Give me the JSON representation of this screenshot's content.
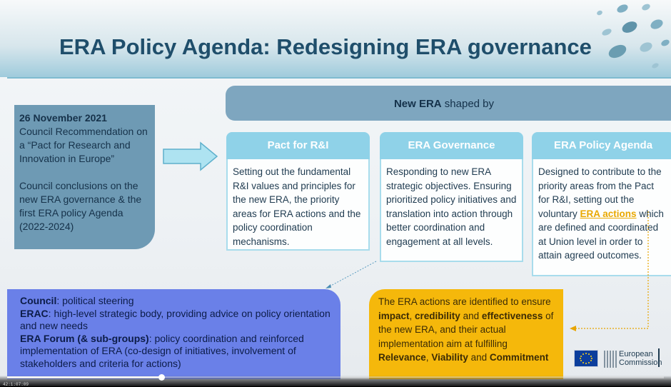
{
  "title": "ERA Policy Agenda: Redesigning ERA governance",
  "left_box": {
    "date": "26 November 2021",
    "recommendation": "Council Recommendation on a “Pact for Research and Innovation in Europe”",
    "conclusions": "Council conclusions on the new ERA governance & the first ERA policy Agenda (2022-2024)"
  },
  "shaped_by": {
    "bold": "New ERA",
    "rest": " shaped by"
  },
  "columns": [
    {
      "header": "Pact for R&I",
      "body": "Setting out the fundamental R&I values and principles for the new ERA, the priority areas for ERA actions and the policy coordination mechanisms."
    },
    {
      "header": "ERA Governance",
      "body": "Responding to new ERA strategic objectives. Ensuring prioritized policy initiatives and translation into action through better coordination and engagement at all levels."
    },
    {
      "header": "ERA Policy Agenda",
      "body_before": "Designed to contribute to the priority areas from the Pact for R&I, setting out the voluntary ",
      "body_link": "ERA actions",
      "body_after": " which are defined and coordinated at Union level in order to attain agreed outcomes."
    }
  ],
  "governance_box": {
    "council_bold": "Council",
    "council_rest": ": political steering",
    "erac_bold": "ERAC",
    "erac_rest": ": high-level strategic body, providing advice on policy orientation and new needs",
    "forum_bold": "ERA Forum (& sub-groups)",
    "forum_rest": ": policy coordination and reinforced implementation of ERA (co-design of initiatives, involvement of stakeholders and criteria for actions)"
  },
  "actions_box": {
    "t1": "The ERA actions are identified to ensure ",
    "b1": "impact",
    "t2": ", ",
    "b2": "credibility",
    "t3": " and ",
    "b3": "effectiveness",
    "t4": " of the new ERA, and their actual implementation aim at fulfilling ",
    "b4": "Relevance",
    "t5": ", ",
    "b5": "Viability",
    "t6": " and ",
    "b6": "Commitment"
  },
  "logo": {
    "line1": "European",
    "line2": "Commission"
  },
  "player": {
    "progress": 0.235,
    "timecode": "42:1:07:09"
  },
  "colors": {
    "title": "#1f4e6b",
    "left_box": "#6e9ab4",
    "shaped_bar": "#7ea6bf",
    "column_header": "#8fd2e8",
    "governance_box": "#6a80e8",
    "actions_box": "#f5b80b",
    "era_link": "#e9a800"
  }
}
